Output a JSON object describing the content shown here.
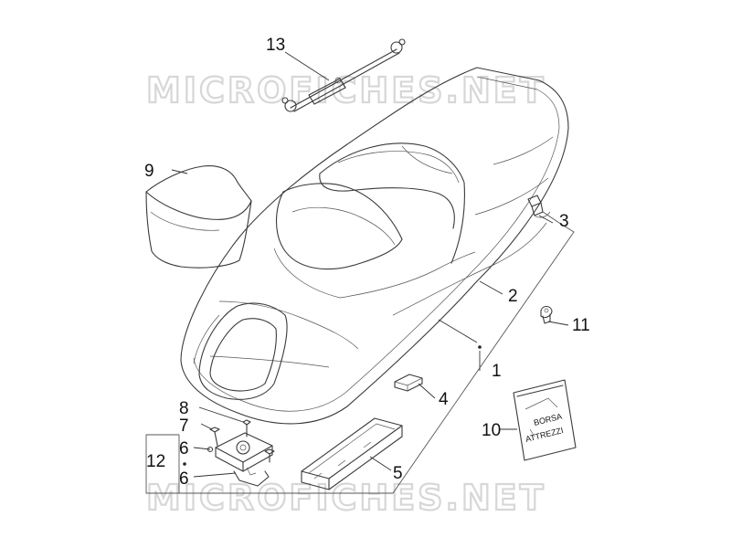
{
  "watermark": {
    "text": "MICROFICHES.NET"
  },
  "callouts": [
    {
      "id": "c1",
      "label": "1"
    },
    {
      "id": "c2",
      "label": "2"
    },
    {
      "id": "c3",
      "label": "3"
    },
    {
      "id": "c4",
      "label": "4"
    },
    {
      "id": "c5",
      "label": "5"
    },
    {
      "id": "c6a",
      "label": "6"
    },
    {
      "id": "c6b",
      "label": "6"
    },
    {
      "id": "c7",
      "label": "7"
    },
    {
      "id": "c8",
      "label": "8"
    },
    {
      "id": "c9",
      "label": "9"
    },
    {
      "id": "c10",
      "label": "10"
    },
    {
      "id": "c11",
      "label": "11"
    },
    {
      "id": "c12",
      "label": "12"
    },
    {
      "id": "c13",
      "label": "13"
    }
  ],
  "tool_bag": {
    "line1": "BORSA",
    "line2": "ATTREZZI"
  }
}
